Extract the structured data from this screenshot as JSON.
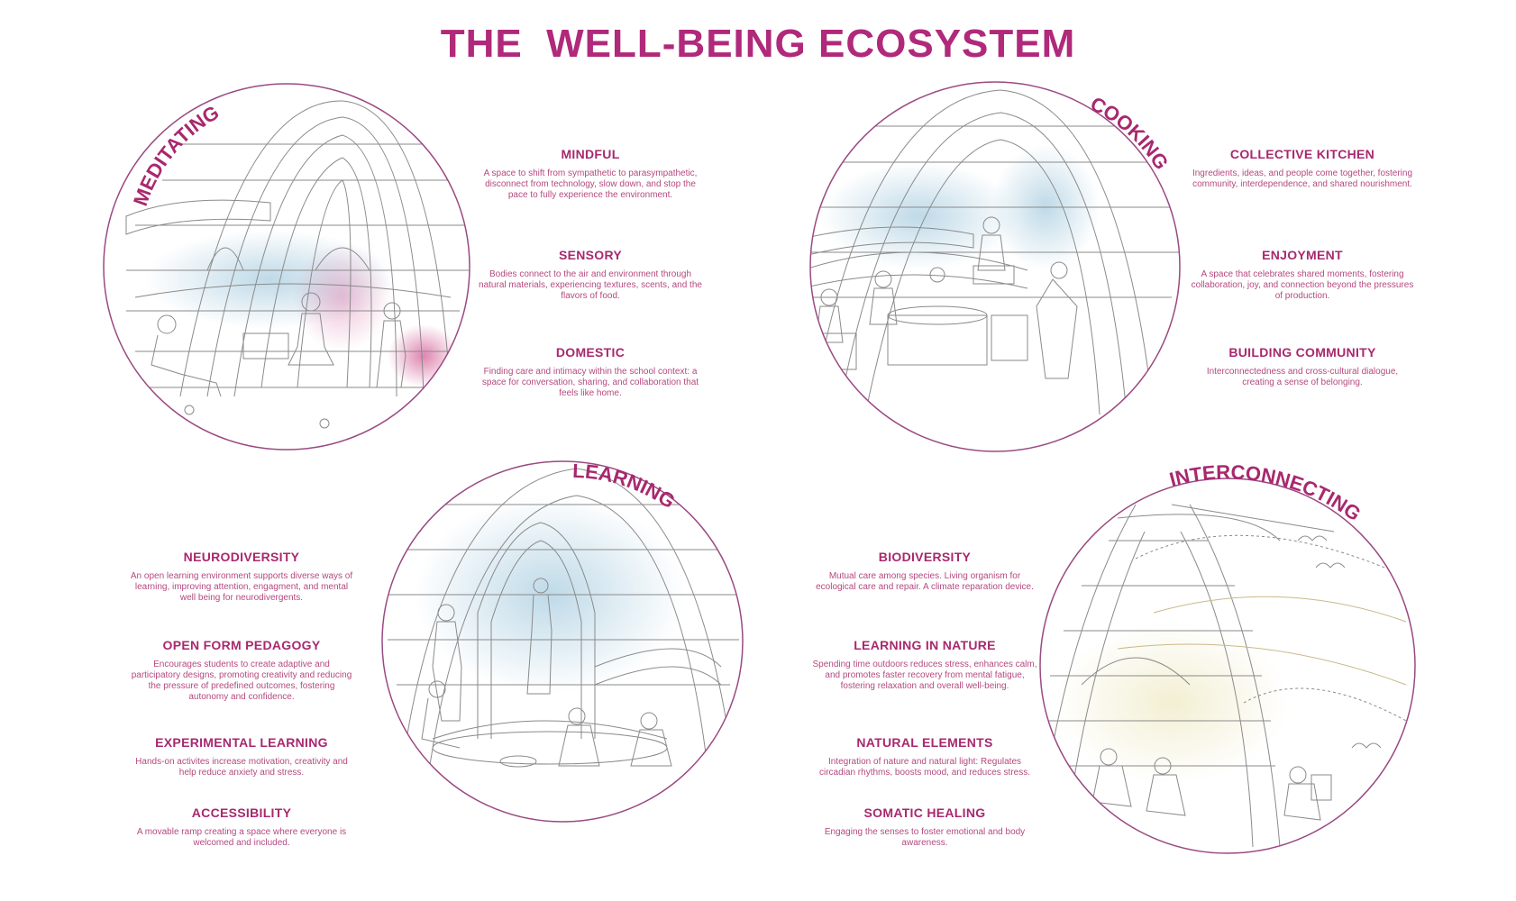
{
  "title": "THE  WELL-BEING ECOSYSTEM",
  "colors": {
    "accent": "#a8286e",
    "circle": "#9a4a82",
    "sketch": "#8a8a8a"
  },
  "circles": [
    {
      "label": "MEDITATING"
    },
    {
      "label": "COOKING"
    },
    {
      "label": "LEARNING"
    },
    {
      "label": "INTERCONNECTING"
    }
  ],
  "sections": {
    "meditating": [
      {
        "heading": "MINDFUL",
        "text": "A space to shift from sympathetic to parasympathetic, disconnect from technology, slow down, and stop the pace to fully experience the environment."
      },
      {
        "heading": "SENSORY",
        "text": "Bodies connect to the air and environment through natural materials, experiencing textures, scents, and the flavors of food."
      },
      {
        "heading": "DOMESTIC",
        "text": "Finding care and intimacy within the school context: a space for conversation, sharing, and collaboration that  feels like home."
      }
    ],
    "cooking": [
      {
        "heading": "COLLECTIVE KITCHEN",
        "text": "Ingredients, ideas, and people come together, fostering community, interdependence, and shared nourishment."
      },
      {
        "heading": "ENJOYMENT",
        "text": "A space that celebrates shared moments, fostering collaboration, joy, and connection beyond the pressures of production."
      },
      {
        "heading": "BUILDING COMMUNITY",
        "text": "Interconnectedness and cross-cultural dialogue, creating a sense of belonging."
      }
    ],
    "learning": [
      {
        "heading": "NEURODIVERSITY",
        "text": "An open learning environment supports diverse ways of learning, improving attention, engagment, and mental well being for neurodivergents."
      },
      {
        "heading": "OPEN FORM PEDAGOGY",
        "text": "Encourages students to create adaptive and participatory designs, promoting creativity and reducing the pressure of predefined outcomes, fostering autonomy and confidence."
      },
      {
        "heading": "EXPERIMENTAL LEARNING",
        "text": "Hands-on activites increase motivation, creativity and help reduce anxiety and stress."
      },
      {
        "heading": "ACCESSIBILITY",
        "text": "A movable ramp creating a space where everyone is welcomed and included."
      }
    ],
    "interconnecting": [
      {
        "heading": "BIODIVERSITY",
        "text": "Mutual care among species. Living organism for ecological care and repair. A climate reparation device."
      },
      {
        "heading": "LEARNING IN NATURE",
        "text": "Spending time outdoors reduces stress, enhances calm, and promotes faster recovery from mental fatigue, fostering relaxation and overall well-being."
      },
      {
        "heading": "NATURAL ELEMENTS",
        "text": "Integration of nature and natural light: Regulates circadian rhythms, boosts mood, and reduces stress."
      },
      {
        "heading": "SOMATIC HEALING",
        "text": "Engaging the senses to foster emotional and body awareness."
      }
    ]
  }
}
